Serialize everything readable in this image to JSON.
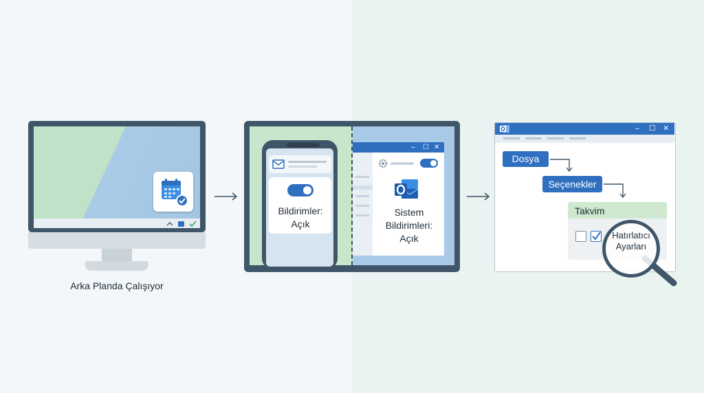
{
  "step1": {
    "caption": "Arka Planda Çalışıyor"
  },
  "step2": {
    "phone_label": "Bildirimler:\nAçık",
    "window_label": "Sistem\nBildirimleri:\nAçık",
    "window_controls": [
      "–",
      "☐",
      "✕"
    ]
  },
  "step3": {
    "window_controls": [
      "–",
      "☐",
      "✕"
    ],
    "menu_file": "Dosya",
    "menu_options": "Seçenekler",
    "section_calendar": "Takvim",
    "highlight": "Hatırlatıcı\nAyarları"
  },
  "colors": {
    "accent_blue": "#2e6fc0",
    "frame_slate": "#3f5568",
    "green_tint": "#c7e6cc"
  },
  "icons": [
    "calendar-icon",
    "check-badge-icon",
    "mail-icon",
    "gear-icon",
    "outlook-icon",
    "magnifier-icon",
    "arrow-right-icon"
  ]
}
